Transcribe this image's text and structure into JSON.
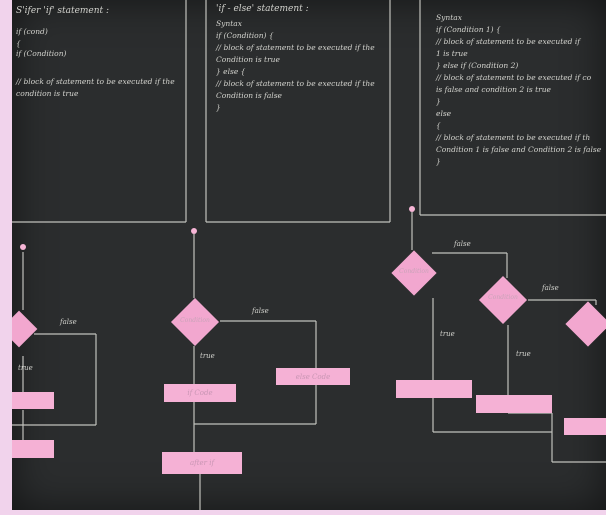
{
  "colors": {
    "wall": "#f1d3ec",
    "chalkboard": "#2b2d2e",
    "chalk": "#e8e8e2",
    "paper_pink": "#f5b1d5"
  },
  "panels": [
    {
      "title": "S'ifer 'if' statement :",
      "lines": [
        "if (cond)",
        "{",
        "if (Condition)",
        "",
        "// block of statement to be executed if the",
        "condition is true"
      ]
    },
    {
      "title": "'if - else' statement :",
      "lines": [
        "Syntax",
        "if (Condition) {",
        "// block of statement to be executed if the",
        "Condition is true",
        "} else {",
        "// block of statement to be executed if the",
        "Condition is false",
        "}"
      ]
    },
    {
      "title": "",
      "lines": [
        "Syntax",
        "if (Condition 1) {",
        "// block of statement to be executed if",
        "1 is true",
        "} else if (Condition 2)",
        "// block of statement to be executed if co",
        "is false and condition 2 is true",
        "}",
        "else",
        "{",
        "// block of statement to be executed if th",
        "Condition 1 is false and Condition 2 is false",
        "}"
      ]
    }
  ],
  "flowcharts": {
    "edge_labels": {
      "false": "false",
      "true": "true"
    },
    "diamond_label": "Condition",
    "card_labels": {
      "if_code": "if Code",
      "else_code": "else Code",
      "after": "after if"
    }
  }
}
